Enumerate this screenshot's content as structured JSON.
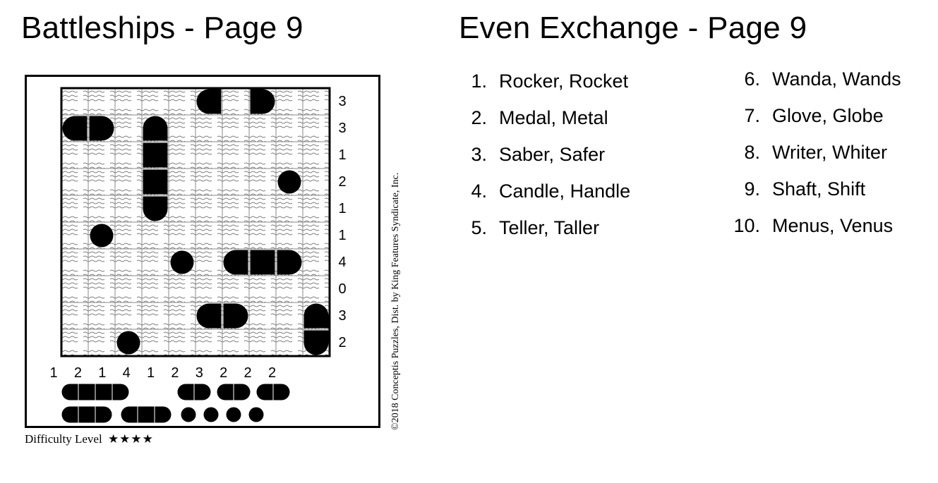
{
  "battleships": {
    "title": "Battleships - Page 9",
    "row_clues": [
      "3",
      "3",
      "1",
      "2",
      "1",
      "1",
      "4",
      "0",
      "3",
      "2"
    ],
    "col_clues": [
      "1",
      "2",
      "1",
      "4",
      "1",
      "2",
      "3",
      "2",
      "2",
      "2"
    ],
    "grid_rows": [
      "~~~~~<=>~~",
      "<>~^~~~~~~",
      "~~~#~~~~~~",
      "~~~#~~~~o~",
      "~~~v~~~~~~",
      "~o~~~~~~~~",
      "~~~~o~<#>~",
      "~~~~~~~~~~",
      "~~~~~<>~~^",
      "~~o~~~~~~v"
    ],
    "fleet": [
      {
        "length": 4,
        "count": 1
      },
      {
        "length": 3,
        "count": 2
      },
      {
        "length": 2,
        "count": 3
      },
      {
        "length": 1,
        "count": 4
      }
    ],
    "copyright": "©2018 Conceptis Puzzles, Dist. by King Features Syndicate, Inc.",
    "difficulty_label": "Difficulty Level",
    "difficulty_stars": "★★★★"
  },
  "even_exchange": {
    "title": "Even Exchange - Page 9",
    "answers": [
      {
        "num": "1.",
        "words": "Rocker, Rocket"
      },
      {
        "num": "2.",
        "words": "Medal, Metal"
      },
      {
        "num": "3.",
        "words": "Saber, Safer"
      },
      {
        "num": "4.",
        "words": "Candle, Handle"
      },
      {
        "num": "5.",
        "words": "Teller, Taller"
      },
      {
        "num": "6.",
        "words": "Wanda, Wands"
      },
      {
        "num": "7.",
        "words": "Glove, Globe"
      },
      {
        "num": "8.",
        "words": "Writer, Whiter"
      },
      {
        "num": "9.",
        "words": "Shaft, Shift"
      },
      {
        "num": "10.",
        "words": "Menus, Venus"
      }
    ]
  }
}
